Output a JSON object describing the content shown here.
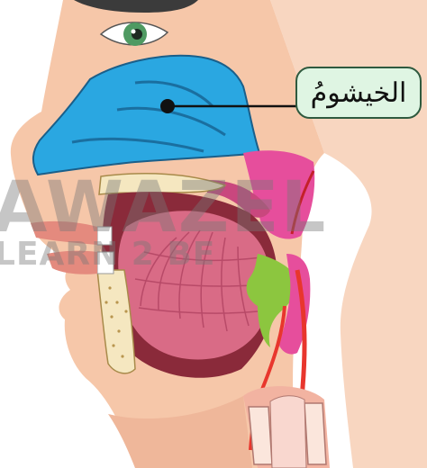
{
  "diagram": {
    "callout_label": "الخيشومُ",
    "watermark_line1": "AWAZEL",
    "watermark_line2": "LEARN 2 BE",
    "colors": {
      "skin": "#f6c7a9",
      "skin_shadow": "#e9ae90",
      "nasal_cavity": "#2aa7e1",
      "nasal_outline": "#1a5f8a",
      "nasopharynx": "#e64e9c",
      "oropharynx_green": "#8cc63f",
      "tongue": "#d96b86",
      "bone": "#f5e7c0",
      "vessels": "#e8362d",
      "label_fill": "#dff5e3",
      "label_border": "#2f5a3f"
    }
  }
}
